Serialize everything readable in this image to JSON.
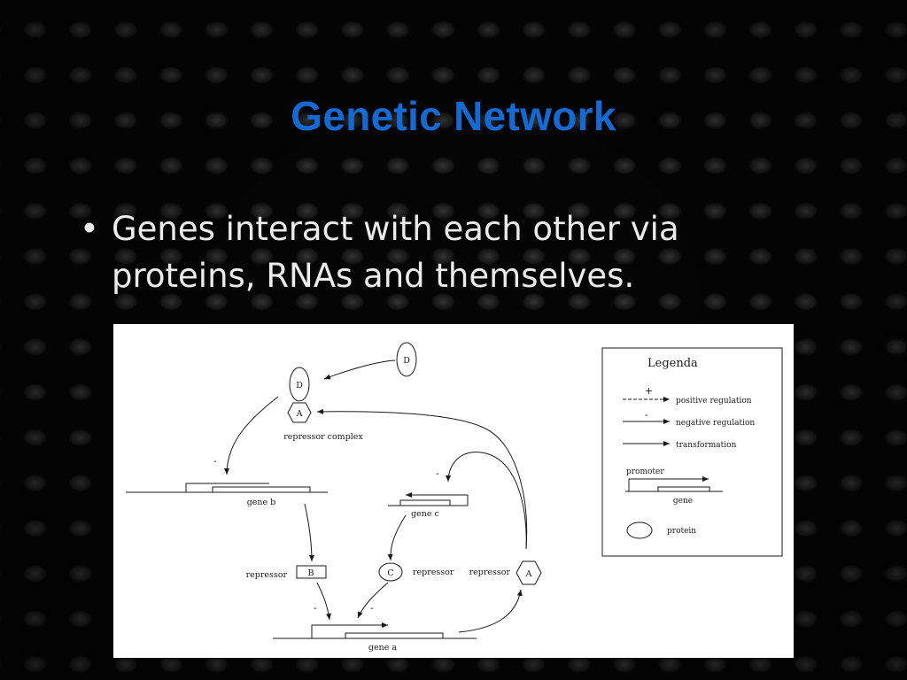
{
  "slide": {
    "title": "Genetic Network",
    "bullet_text": "Genes interact with each other via proteins, RNAs and themselves."
  },
  "diagram": {
    "node_d_top": "D",
    "node_d_complex": "D",
    "node_a_complex": "A",
    "complex_label": "repressor complex",
    "gene_b_label": "gene b",
    "gene_c_label": "gene c",
    "gene_a_label": "gene a",
    "repressor_b_label": "repressor",
    "node_b": "B",
    "node_c": "C",
    "repressor_c_label": "repressor",
    "repressor_a_label": "repressor",
    "node_a": "A",
    "sign_minus": "-"
  },
  "legend": {
    "title": "Legenda",
    "plus": "+",
    "minus": "-",
    "positive": "positive regulation",
    "negative": "negative regulation",
    "transformation": "transformation",
    "promoter": "promoter",
    "gene": "gene",
    "protein": "protein"
  },
  "colors": {
    "title": "#1569d3",
    "bullet_text": "#ececec",
    "background": "#050505",
    "figure_bg": "#ffffff"
  }
}
